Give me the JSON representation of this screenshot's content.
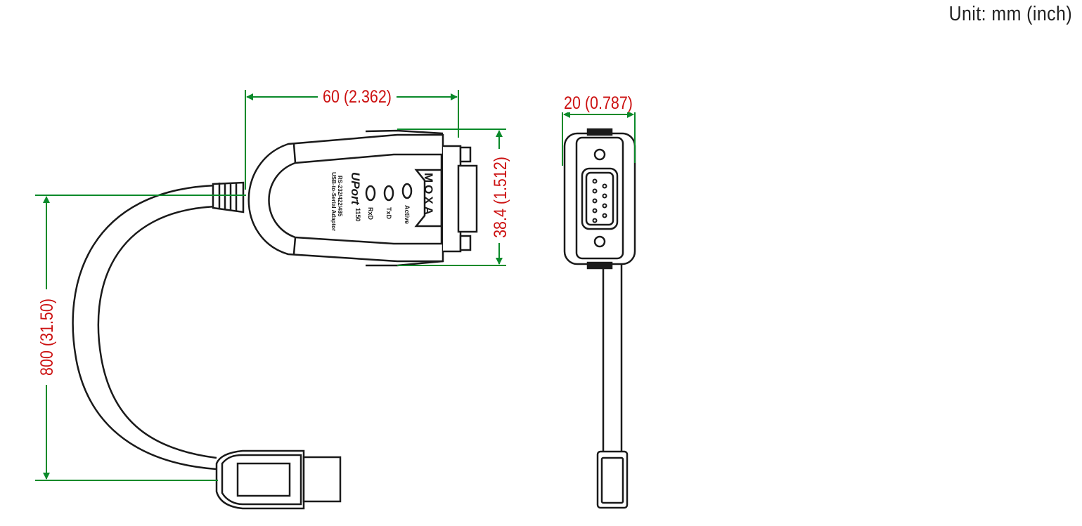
{
  "unit_label": "Unit: mm (inch)",
  "colors": {
    "dimension_line": "#0a8a2a",
    "dimension_text": "#cc1111",
    "outline": "#1a1a1a"
  },
  "dimensions": {
    "width": "60 (2.362)",
    "height": "38.4 (1.512)",
    "depth": "20 (0.787)",
    "cable_length": "800 (31.50)"
  },
  "device_labels": {
    "brand": "MOXA",
    "product_line": "UPort",
    "model": "1150",
    "description_1": "RS-232/422/485",
    "description_2": "USB-to-Serial Adaptor",
    "led_active": "Active",
    "led_txd": "TxD",
    "led_rxd": "RxD"
  }
}
